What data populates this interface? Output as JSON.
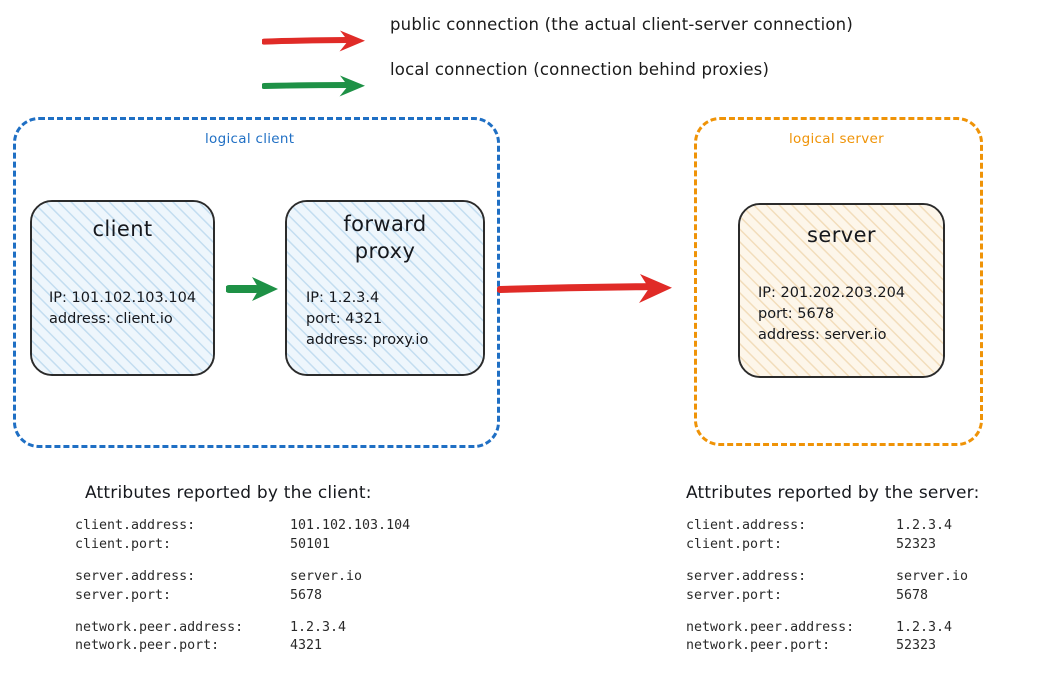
{
  "legend": {
    "items": [
      {
        "id": "public",
        "color": "#e02b27",
        "icon": "arrow-right-icon",
        "label": "public connection (the actual client-server connection)"
      },
      {
        "id": "local",
        "color": "#1e9146",
        "icon": "arrow-right-icon",
        "label": "local connection (connection behind proxies)"
      }
    ]
  },
  "diagram": {
    "logical_client": {
      "label": "logical client",
      "border_color": "#1f6fc4",
      "nodes": {
        "client": {
          "title": "client",
          "lines": [
            "IP: 101.102.103.104",
            "address: client.io"
          ],
          "fill_color": "#eaf4fb"
        },
        "proxy": {
          "title": "forward\nproxy",
          "lines": [
            "IP: 1.2.3.4",
            "port: 4321",
            "address: proxy.io"
          ],
          "fill_color": "#eaf4fb"
        }
      }
    },
    "logical_server": {
      "label": "logical server",
      "border_color": "#ef9307",
      "nodes": {
        "server": {
          "title": "server",
          "lines": [
            "IP: 201.202.203.204",
            "port: 5678",
            "address: server.io"
          ],
          "fill_color": "#fbf3e6"
        }
      }
    },
    "connections": [
      {
        "id": "client-to-proxy",
        "type": "local",
        "color": "#1e9146"
      },
      {
        "id": "proxy-to-server",
        "type": "public",
        "color": "#e02b27"
      }
    ]
  },
  "attributes_client": {
    "heading": "Attributes reported by the client:",
    "groups": [
      [
        {
          "key": "client.address:",
          "value": "101.102.103.104"
        },
        {
          "key": "client.port:",
          "value": "50101"
        }
      ],
      [
        {
          "key": "server.address:",
          "value": "server.io"
        },
        {
          "key": "server.port:",
          "value": "5678"
        }
      ],
      [
        {
          "key": "network.peer.address:",
          "value": "1.2.3.4"
        },
        {
          "key": "network.peer.port:",
          "value": "4321"
        }
      ]
    ]
  },
  "attributes_server": {
    "heading": "Attributes reported by the server:",
    "groups": [
      [
        {
          "key": "client.address:",
          "value": "1.2.3.4"
        },
        {
          "key": "client.port:",
          "value": "52323"
        }
      ],
      [
        {
          "key": "server.address:",
          "value": "server.io"
        },
        {
          "key": "server.port:",
          "value": "5678"
        }
      ],
      [
        {
          "key": "network.peer.address:",
          "value": "1.2.3.4"
        },
        {
          "key": "network.peer.port:",
          "value": "52323"
        }
      ]
    ]
  }
}
